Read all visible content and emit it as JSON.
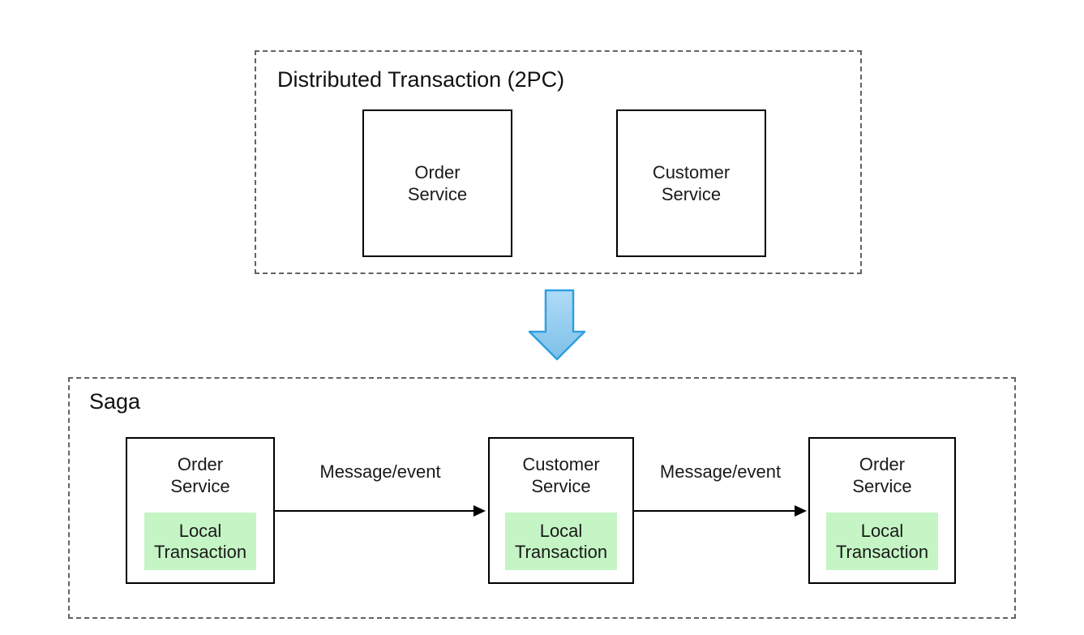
{
  "top_section": {
    "title": "Distributed Transaction (2PC)",
    "boxes": [
      {
        "line1": "Order",
        "line2": "Service"
      },
      {
        "line1": "Customer",
        "line2": "Service"
      }
    ]
  },
  "transform_arrow": {
    "meaning": "replaced-by",
    "fill": "#8cc9f0",
    "fill_light": "#b0dbf6",
    "stroke": "#2f9fe0"
  },
  "bottom_section": {
    "title": "Saga",
    "boxes": [
      {
        "line1": "Order",
        "line2": "Service",
        "inner": {
          "line1": "Local",
          "line2": "Transaction"
        }
      },
      {
        "line1": "Customer",
        "line2": "Service",
        "inner": {
          "line1": "Local",
          "line2": "Transaction"
        }
      },
      {
        "line1": "Order",
        "line2": "Service",
        "inner": {
          "line1": "Local",
          "line2": "Transaction"
        }
      }
    ],
    "arrows": [
      {
        "label": "Message/event"
      },
      {
        "label": "Message/event"
      }
    ]
  },
  "colors": {
    "service_box_border": "#000000",
    "dashed_section_border": "#636363",
    "local_transaction_bg": "#c5f5c5",
    "text": "#1a1a1a"
  }
}
